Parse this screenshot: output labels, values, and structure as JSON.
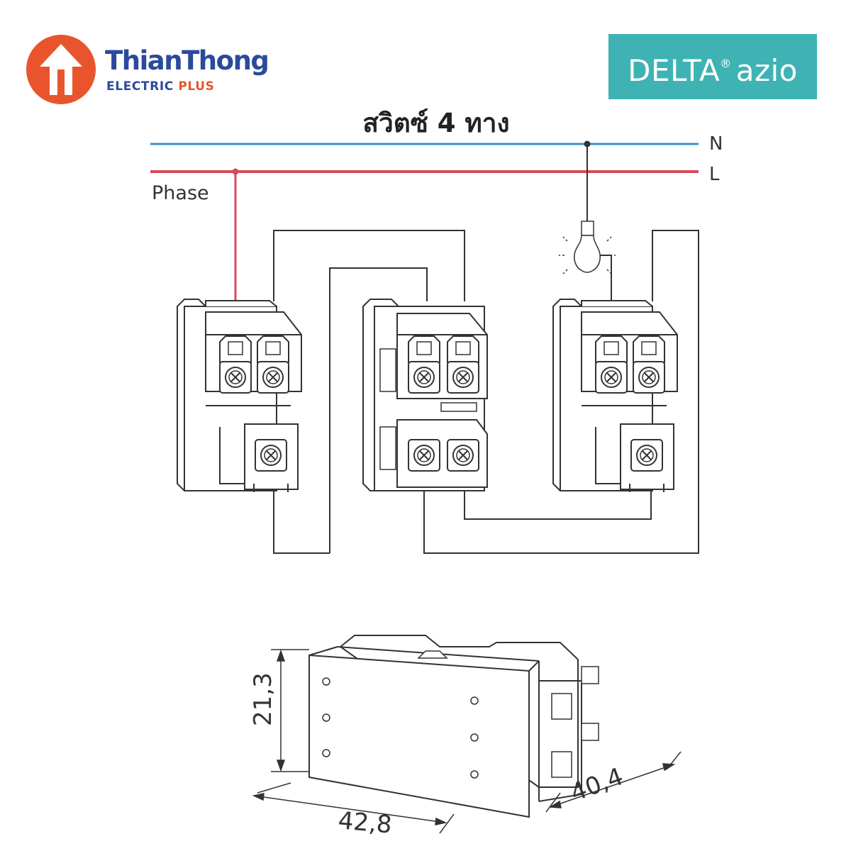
{
  "brand": {
    "name": "ThianThong",
    "sub_1": "ELECTRIC",
    "sub_2": "PLUS",
    "logo_icon": "house-arrow-icon",
    "colors": {
      "primary": "#2b4a9b",
      "accent": "#e8552d"
    }
  },
  "product_badge": {
    "brand": "DELTA",
    "reg": "®",
    "series": "azio",
    "color": "#3fb3b3"
  },
  "diagram": {
    "title": "สวิตซ์ 4 ทาง",
    "neutral_label": "N",
    "live_label": "L",
    "phase_label": "Phase",
    "colors": {
      "neutral": "#3a8fd0",
      "live": "#d84a57",
      "wire": "#333333"
    }
  },
  "dimensions": {
    "height": "21,3",
    "width": "42,8",
    "depth": "40,4"
  }
}
